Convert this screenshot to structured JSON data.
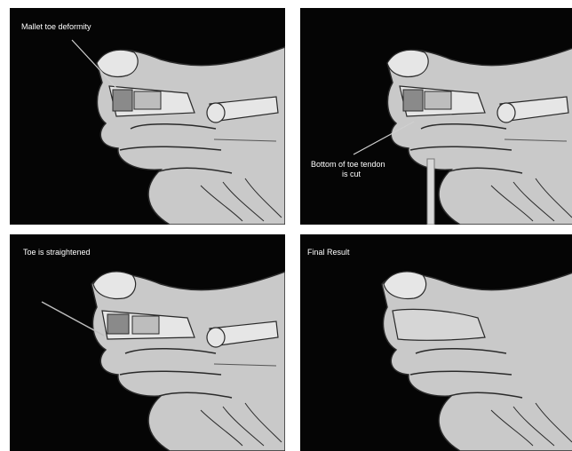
{
  "panels": [
    {
      "id": "mallet",
      "label": "Mallet toe deformity",
      "icon": "foot-bones-illustration"
    },
    {
      "id": "tendon",
      "label_line1": "Bottom of toe tendon",
      "label_line2": "is cut",
      "icon": "foot-bones-illustration"
    },
    {
      "id": "straightened",
      "label": "Toe is straightened",
      "icon": "foot-bones-illustration"
    },
    {
      "id": "final",
      "label": "Final Result",
      "icon": "foot-illustration"
    }
  ],
  "colors": {
    "background": "#050505",
    "skin": "#c9c9c9",
    "bone": "#e6e6e6",
    "outline": "#2a2a2a",
    "label": "#ffffff"
  }
}
